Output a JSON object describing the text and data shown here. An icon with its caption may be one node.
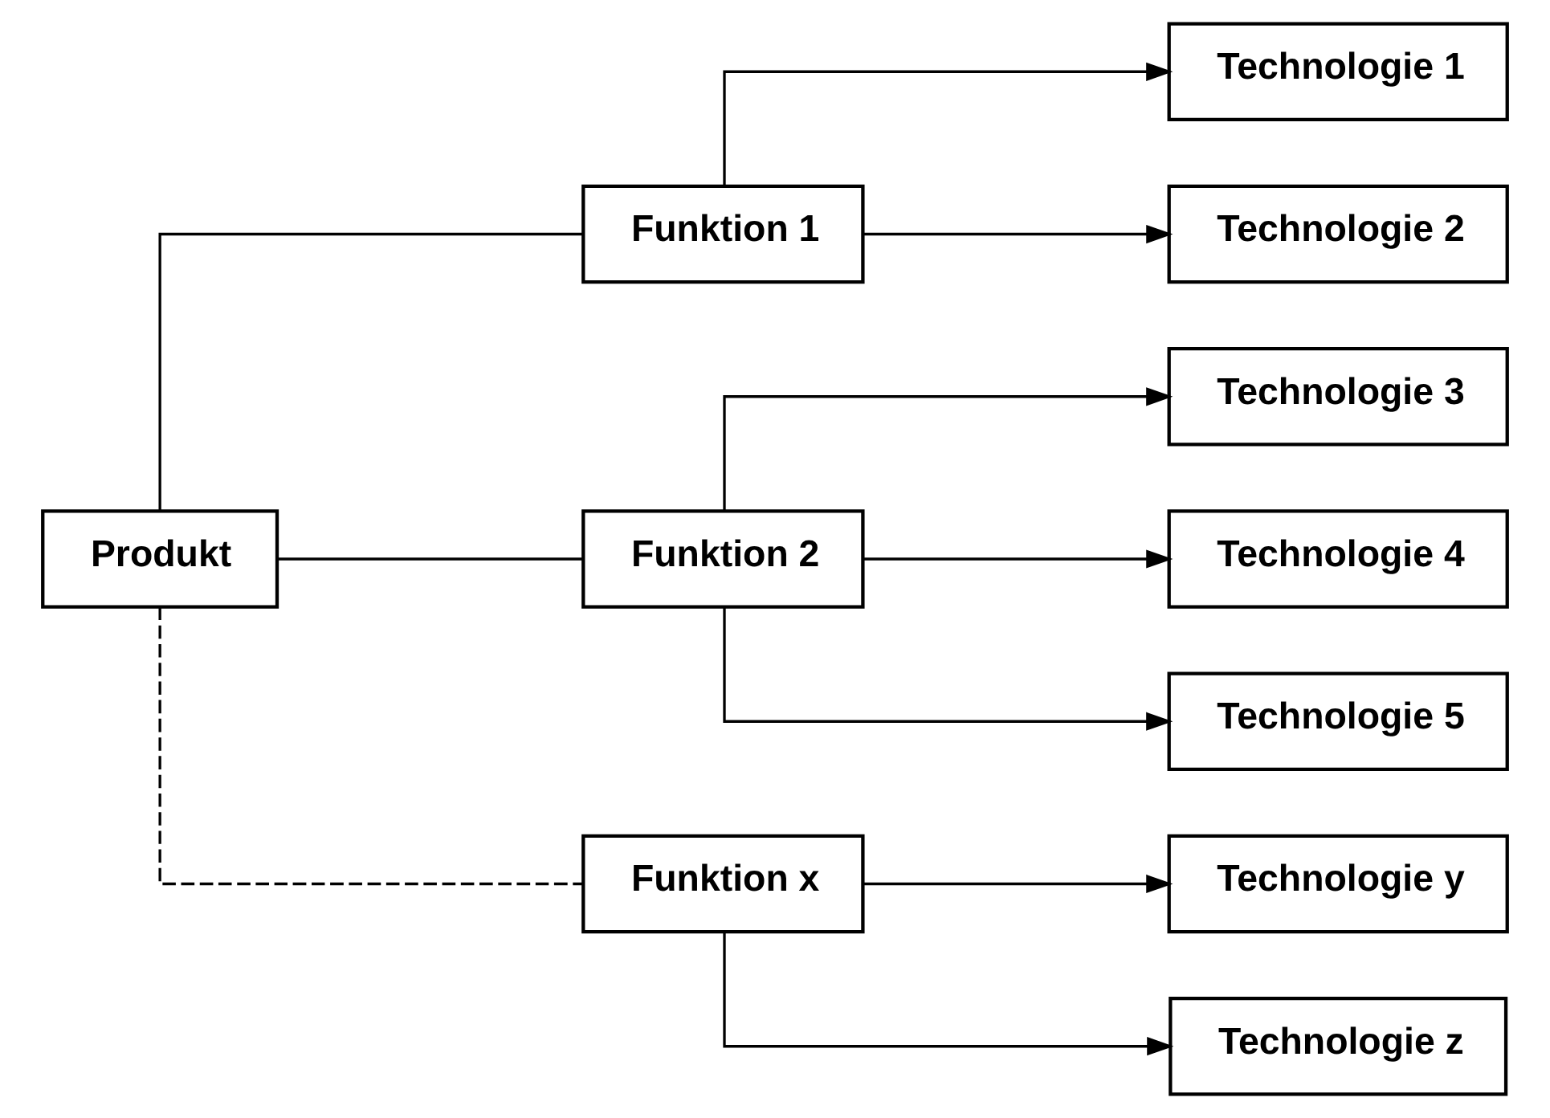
{
  "diagram": {
    "nodes": [
      {
        "text": [
          "Produkt"
        ]
      },
      {
        "text": [
          "Funktion 1"
        ]
      },
      {
        "text": [
          "Funktion 2"
        ]
      },
      {
        "text": [
          "Funktion x"
        ]
      },
      {
        "text": [
          "Technologie 1"
        ]
      },
      {
        "text": [
          "Technologie 2"
        ]
      },
      {
        "text": [
          "Technologie 3"
        ]
      },
      {
        "text": [
          "Technologie 4"
        ]
      },
      {
        "text": [
          "Technologie 5"
        ]
      },
      {
        "text": [
          "Technologie y"
        ]
      },
      {
        "text": [
          "Technologie z"
        ]
      }
    ],
    "edges": [
      {
        "from": 0,
        "to": 1,
        "arrow": "none"
      },
      {
        "from": 0,
        "to": 2,
        "arrow": "none"
      },
      {
        "from": 0,
        "to": 3,
        "arrow": "none",
        "style": "dashed"
      },
      {
        "from": 1,
        "to": 4,
        "arrow": "to"
      },
      {
        "from": 1,
        "to": 5,
        "arrow": "to"
      },
      {
        "from": 2,
        "to": 6,
        "arrow": "to"
      },
      {
        "from": 2,
        "to": 7,
        "arrow": "to"
      },
      {
        "from": 2,
        "to": 8,
        "arrow": "to"
      },
      {
        "from": 3,
        "to": 9,
        "arrow": "to"
      },
      {
        "from": 3,
        "to": 10,
        "arrow": "to"
      }
    ]
  }
}
